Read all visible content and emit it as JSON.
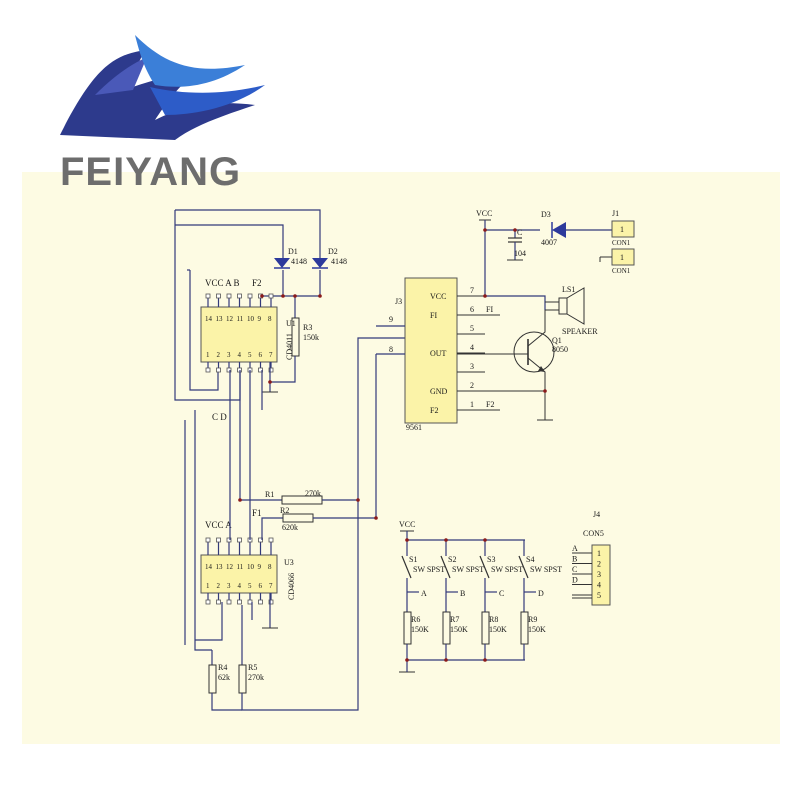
{
  "brand": {
    "name": "FEIYANG",
    "colors": {
      "logo_dark": "#2d3a8c",
      "logo_light": "#3b7fd8",
      "text": "#6d6d6d",
      "panel": "#fdfbe3",
      "chip": "#fbf3a8",
      "wire": "#333a7a"
    }
  },
  "schematic": {
    "u1": {
      "ref": "U1",
      "part": "CD4011",
      "top_pins": [
        "14",
        "13",
        "12",
        "11",
        "10",
        "9",
        "8"
      ],
      "bottom_pins": [
        "1",
        "2",
        "3",
        "4",
        "5",
        "6",
        "7"
      ],
      "top_labels": "VCC A B",
      "f2": "F2",
      "bottom_labels": "C  D"
    },
    "u3": {
      "ref": "U3",
      "part": "CD4066",
      "top_pins": [
        "14",
        "13",
        "12",
        "11",
        "10",
        "9",
        "8"
      ],
      "bottom_pins": [
        "1",
        "2",
        "3",
        "4",
        "5",
        "6",
        "7"
      ],
      "top_labels": "VCC A",
      "f1": "F1"
    },
    "j3": {
      "ref": "J3",
      "part": "9561",
      "pins": [
        {
          "num": "7",
          "label": "VCC"
        },
        {
          "num": "6",
          "label": "FI",
          "net": "FI"
        },
        {
          "num": "5",
          "label": ""
        },
        {
          "num": "4",
          "label": "OUT"
        },
        {
          "num": "3",
          "label": ""
        },
        {
          "num": "2",
          "label": "GND"
        },
        {
          "num": "1",
          "label": "F2",
          "net": "F2"
        }
      ],
      "left_pins": [
        "9",
        "8"
      ]
    },
    "diodes": {
      "d1": "D1",
      "d1_val": "4148",
      "d2": "D2",
      "d2_val": "4148",
      "d3": "D3",
      "d3_val": "4007"
    },
    "resistors": {
      "r1": "R1",
      "r1_val": "270k",
      "r2": "R2",
      "r2_val": "620k",
      "r3": "R3",
      "r3_val": "150k",
      "r4": "R4",
      "r4_val": "62k",
      "r5": "R5",
      "r5_val": "270k",
      "r6": "R6",
      "r6_val": "150K",
      "r7": "R7",
      "r7_val": "150K",
      "r8": "R8",
      "r8_val": "150K",
      "r9": "R9",
      "r9_val": "150K"
    },
    "cap": {
      "ref": "C",
      "val": "104"
    },
    "power": {
      "vcc": "VCC"
    },
    "j1": {
      "ref": "J1",
      "pin": "1",
      "label": "CON1"
    },
    "j1b": {
      "pin": "1",
      "label": "CON1"
    },
    "speaker": {
      "ref": "LS1",
      "label": "SPEAKER"
    },
    "q1": {
      "ref": "Q1",
      "part": "8050"
    },
    "switches": [
      {
        "ref": "S1",
        "type": "SW SPST",
        "net": "A"
      },
      {
        "ref": "S2",
        "type": "SW SPST",
        "net": "B"
      },
      {
        "ref": "S3",
        "type": "SW SPST",
        "net": "C"
      },
      {
        "ref": "S4",
        "type": "SW SPST",
        "net": "D"
      }
    ],
    "j4": {
      "ref": "J4",
      "part": "CON5",
      "labels": [
        "A",
        "B",
        "C",
        "D"
      ],
      "pins": [
        "1",
        "2",
        "3",
        "4",
        "5"
      ]
    }
  }
}
